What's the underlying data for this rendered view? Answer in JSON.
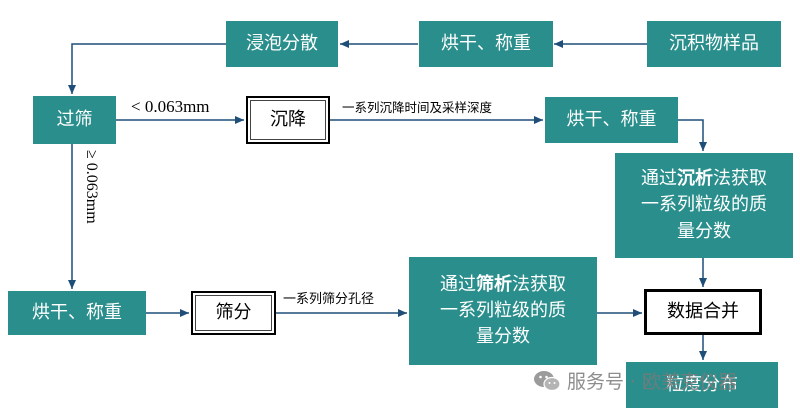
{
  "colors": {
    "teal": "#2a8f8c",
    "arrow": "#1f4e79",
    "text_light": "#ffffff"
  },
  "nodes": {
    "sample": "沉积物样品",
    "dry_weigh_top": "烘干、称重",
    "soak": "浸泡分散",
    "sieve": "过筛",
    "settle": "沉降",
    "dry_weigh_mid": "烘干、称重",
    "sed_method": {
      "pre": "通过",
      "hl": "沉析",
      "post": "法获取",
      "line2": "一系列粒级的质",
      "line3": "量分数"
    },
    "dry_weigh_bottom": "烘干、称重",
    "sieving": "筛分",
    "sieve_method": {
      "pre": "通过",
      "hl": "筛析",
      "post": "法获取",
      "line2": "一系列粒级的质",
      "line3": "量分数"
    },
    "merge": "数据合并",
    "grain_dist": "粒度分布"
  },
  "edge_labels": {
    "fine": "< 0.063mm",
    "coarse": "≥ 0.063mm",
    "settle_note": "一系列沉降时间及采样深度",
    "sieve_note": "一系列筛分孔径"
  },
  "watermark": {
    "text": "服务号 · 欧美克仪器",
    "icon": "wechat-icon"
  }
}
